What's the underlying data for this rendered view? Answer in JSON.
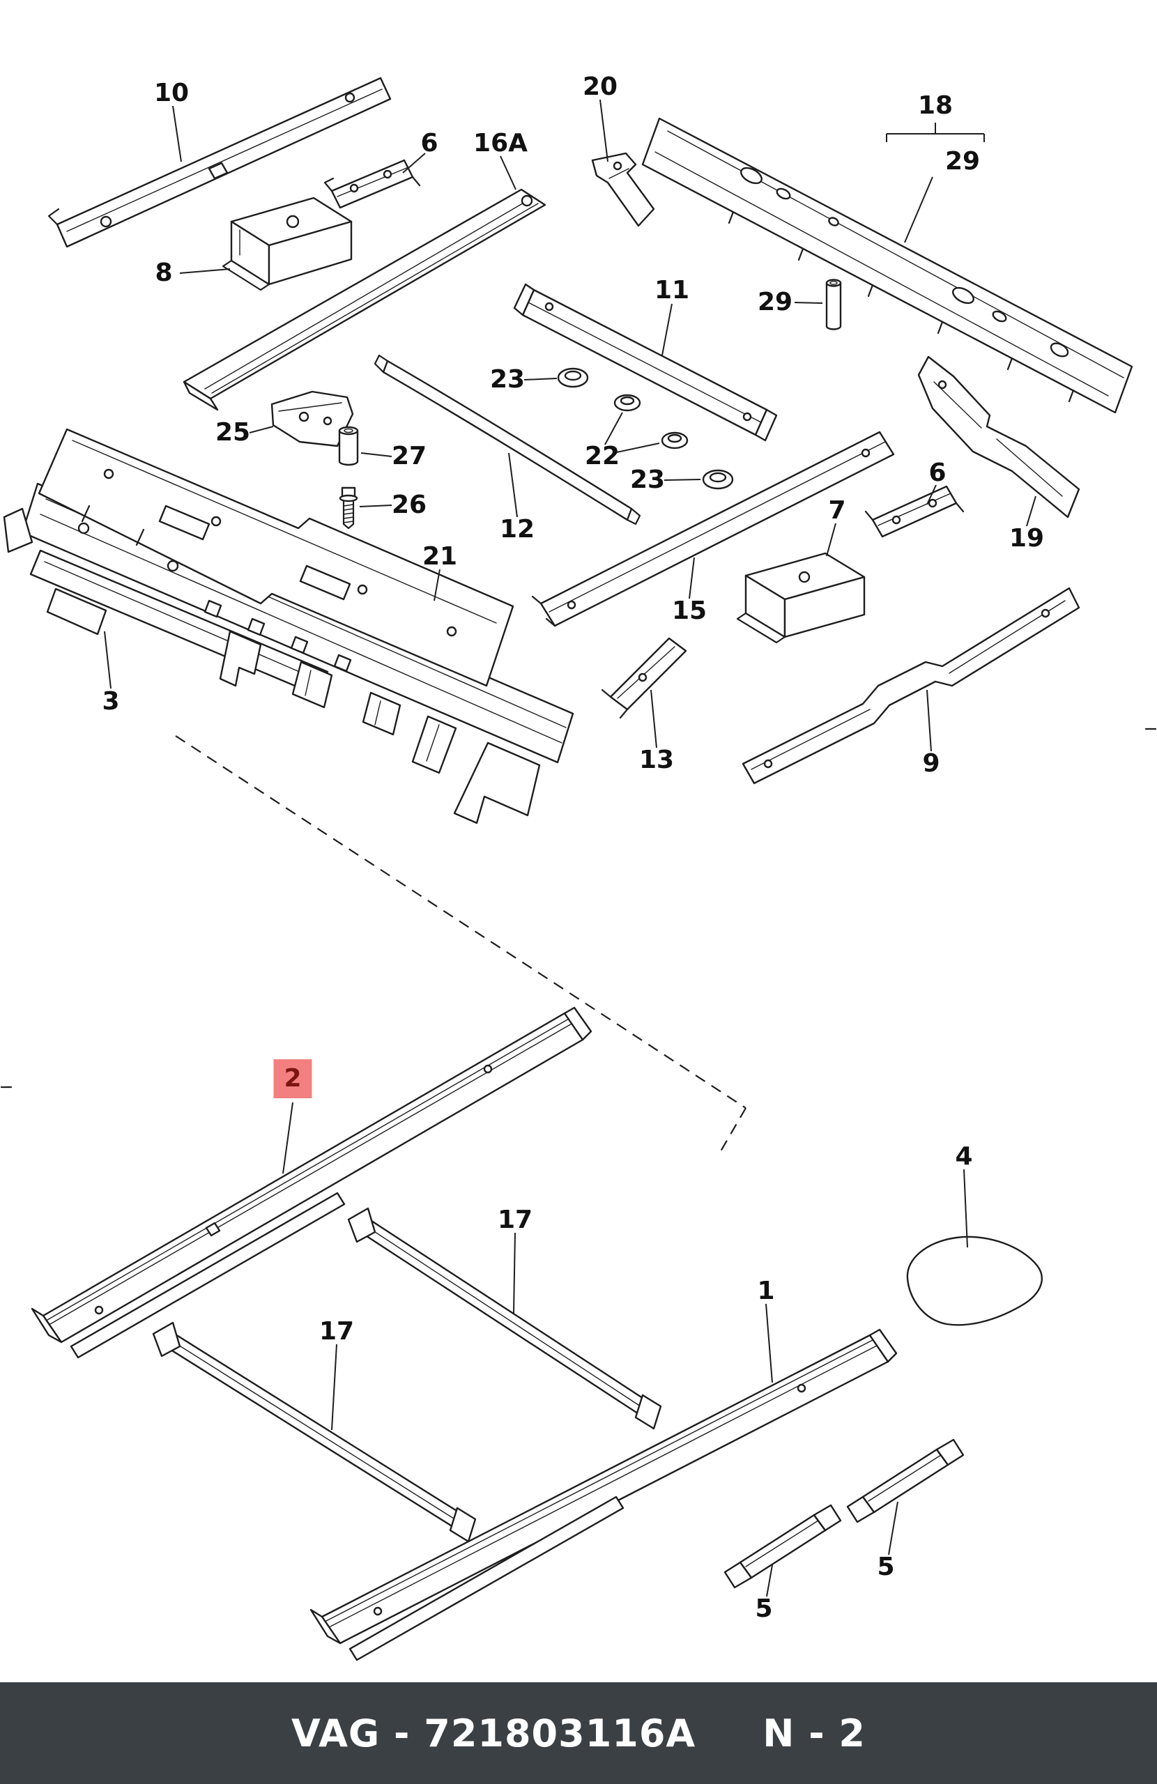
{
  "footer": {
    "left_text": "VAG - 721803116A",
    "right_text": "N - 2"
  },
  "colors": {
    "highlight_bg": "#f28080",
    "highlight_text": "#7d1414",
    "footer_bg": "#3b4045",
    "footer_text": "#ffffff",
    "line": "#1d1d1d"
  },
  "callouts": [
    {
      "label": "10",
      "highlighted": false
    },
    {
      "label": "6",
      "highlighted": false
    },
    {
      "label": "16A",
      "highlighted": false
    },
    {
      "label": "20",
      "highlighted": false
    },
    {
      "label": "18",
      "highlighted": false
    },
    {
      "label": "29",
      "highlighted": false
    },
    {
      "label": "8",
      "highlighted": false
    },
    {
      "label": "11",
      "highlighted": false
    },
    {
      "label": "29",
      "highlighted": false
    },
    {
      "label": "23",
      "highlighted": false
    },
    {
      "label": "22",
      "highlighted": false
    },
    {
      "label": "25",
      "highlighted": false
    },
    {
      "label": "27",
      "highlighted": false
    },
    {
      "label": "23",
      "highlighted": false
    },
    {
      "label": "26",
      "highlighted": false
    },
    {
      "label": "12",
      "highlighted": false
    },
    {
      "label": "21",
      "highlighted": false
    },
    {
      "label": "6",
      "highlighted": false
    },
    {
      "label": "7",
      "highlighted": false
    },
    {
      "label": "19",
      "highlighted": false
    },
    {
      "label": "3",
      "highlighted": false
    },
    {
      "label": "15",
      "highlighted": false
    },
    {
      "label": "13",
      "highlighted": false
    },
    {
      "label": "9",
      "highlighted": false
    },
    {
      "label": "2",
      "highlighted": true
    },
    {
      "label": "4",
      "highlighted": false
    },
    {
      "label": "17",
      "highlighted": false
    },
    {
      "label": "17",
      "highlighted": false
    },
    {
      "label": "1",
      "highlighted": false
    },
    {
      "label": "5",
      "highlighted": false
    },
    {
      "label": "5",
      "highlighted": false
    }
  ]
}
